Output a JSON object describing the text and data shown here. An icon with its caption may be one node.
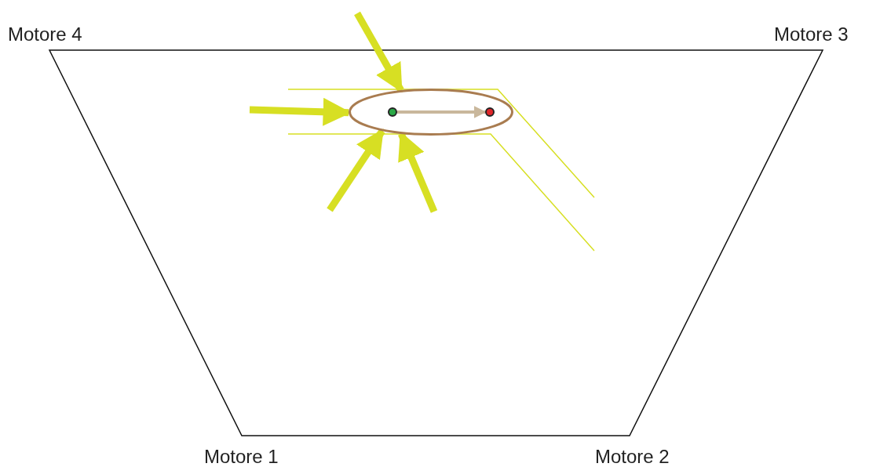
{
  "diagram": {
    "nodes": [
      {
        "text": [],
        "shape": "ellipse"
      },
      {
        "text": [],
        "shape": "circle",
        "in": 0
      },
      {
        "text": [],
        "shape": "circle",
        "in": 0
      }
    ],
    "edges": [
      {
        "from": 1,
        "to": 2,
        "arrow": "to",
        "color": "#c9b79c"
      },
      {
        "from": null,
        "to": 0,
        "arrow": "to",
        "color": "#d7df23"
      },
      {
        "from": null,
        "to": 0,
        "arrow": "to",
        "color": "#d7df23"
      },
      {
        "from": null,
        "to": 0,
        "arrow": "to",
        "color": "#d7df23"
      },
      {
        "from": null,
        "to": 0,
        "arrow": "to",
        "color": "#d7df23"
      }
    ],
    "labels": [
      "Motore 4",
      "Motore 3",
      "Motore 1",
      "Motore 2"
    ]
  }
}
